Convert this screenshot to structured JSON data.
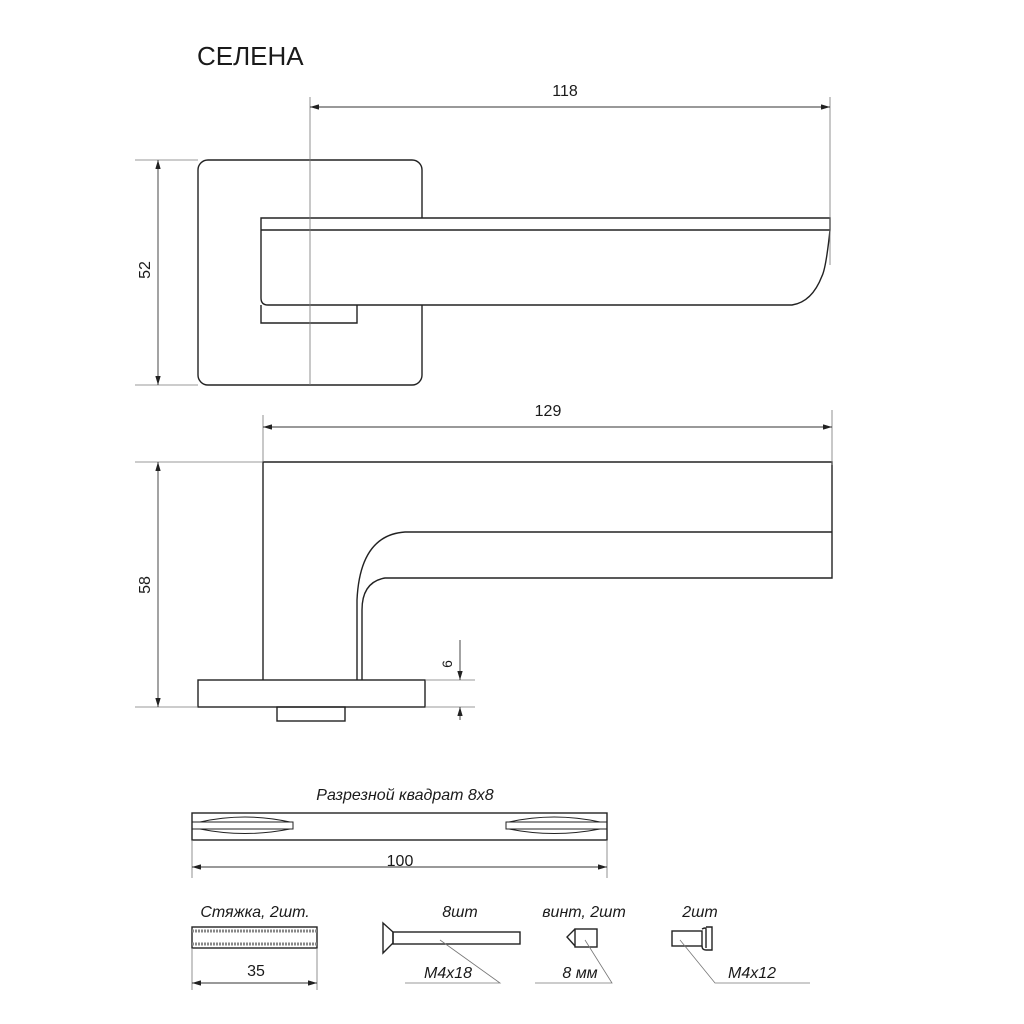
{
  "title": "СЕЛЕНА",
  "dimensions": {
    "top_length": "118",
    "top_height": "52",
    "side_length": "129",
    "side_height": "58",
    "rosette_thickness": "6",
    "spindle_length": "100",
    "tie_length": "35"
  },
  "parts": {
    "spindle_label": "Разрезной квадрат 8x8",
    "tie_label": "Стяжка, 2шт.",
    "screw_qty": "8шт",
    "screw_size": "M4x18",
    "setscrew_label": "винт, 2шт",
    "setscrew_size": "8 мм",
    "bolt_qty": "2шт",
    "bolt_size": "M4x12"
  }
}
